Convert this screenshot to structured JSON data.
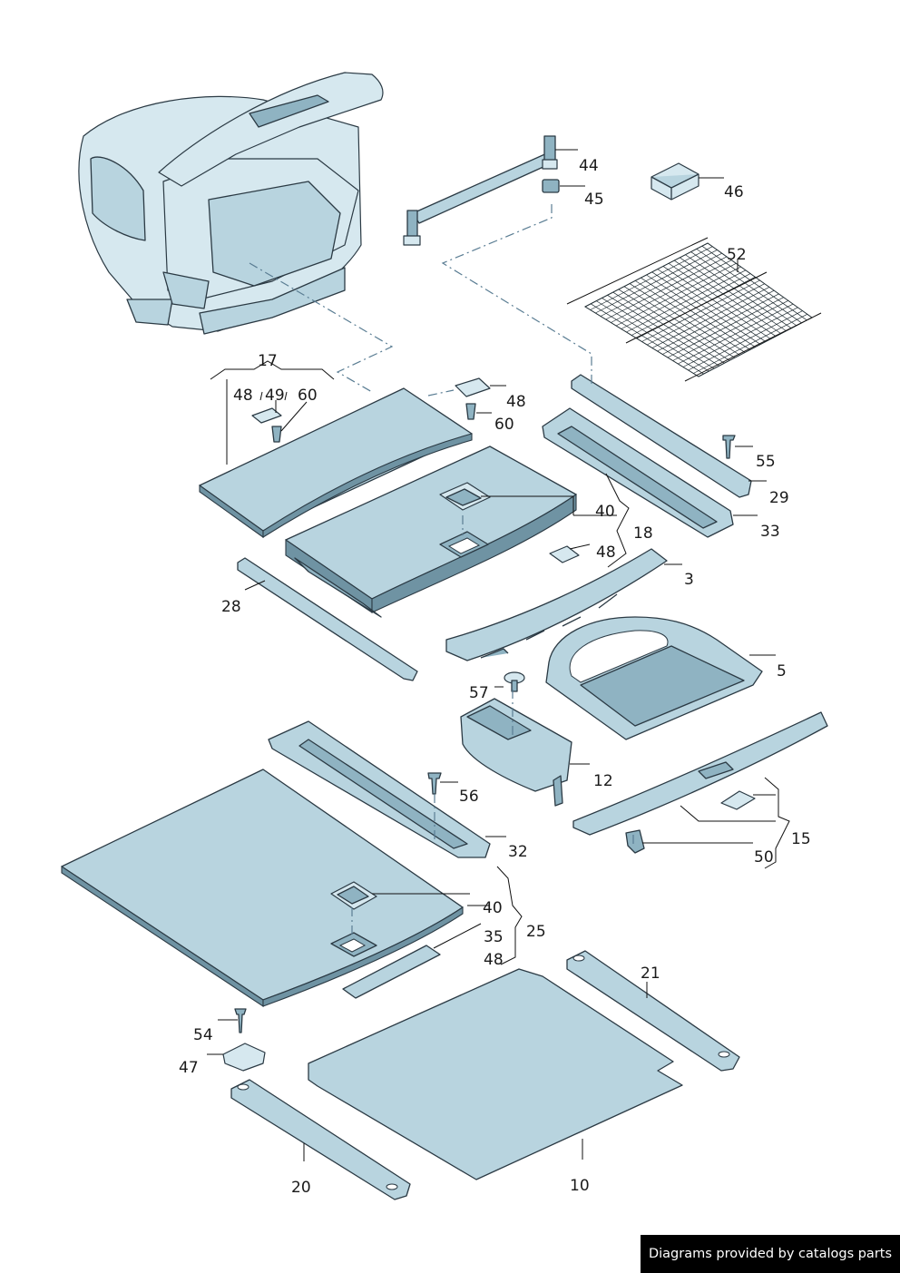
{
  "labels": [
    {
      "id": "44",
      "text": "44"
    },
    {
      "id": "45",
      "text": "45"
    },
    {
      "id": "46",
      "text": "46"
    },
    {
      "id": "52",
      "text": "52"
    },
    {
      "id": "17",
      "text": "17"
    },
    {
      "id": "48a",
      "text": "48"
    },
    {
      "id": "49",
      "text": "49"
    },
    {
      "id": "60a",
      "text": "60"
    },
    {
      "id": "48b",
      "text": "48"
    },
    {
      "id": "60b",
      "text": "60"
    },
    {
      "id": "55",
      "text": "55"
    },
    {
      "id": "29",
      "text": "29"
    },
    {
      "id": "40a",
      "text": "40"
    },
    {
      "id": "33",
      "text": "33"
    },
    {
      "id": "18",
      "text": "18"
    },
    {
      "id": "48c",
      "text": "48"
    },
    {
      "id": "3",
      "text": "3"
    },
    {
      "id": "28",
      "text": "28"
    },
    {
      "id": "5",
      "text": "5"
    },
    {
      "id": "57",
      "text": "57"
    },
    {
      "id": "12",
      "text": "12"
    },
    {
      "id": "56",
      "text": "56"
    },
    {
      "id": "32",
      "text": "32"
    },
    {
      "id": "15",
      "text": "15"
    },
    {
      "id": "50",
      "text": "50"
    },
    {
      "id": "40b",
      "text": "40"
    },
    {
      "id": "25",
      "text": "25"
    },
    {
      "id": "35",
      "text": "35"
    },
    {
      "id": "48d",
      "text": "48"
    },
    {
      "id": "21",
      "text": "21"
    },
    {
      "id": "54",
      "text": "54"
    },
    {
      "id": "47",
      "text": "47"
    },
    {
      "id": "20",
      "text": "20"
    },
    {
      "id": "10",
      "text": "10"
    }
  ],
  "credit": "Diagrams provided by catalogs parts",
  "colors": {
    "part": "#b8d4df",
    "outline": "#2b3a44",
    "background": "#ffffff"
  }
}
